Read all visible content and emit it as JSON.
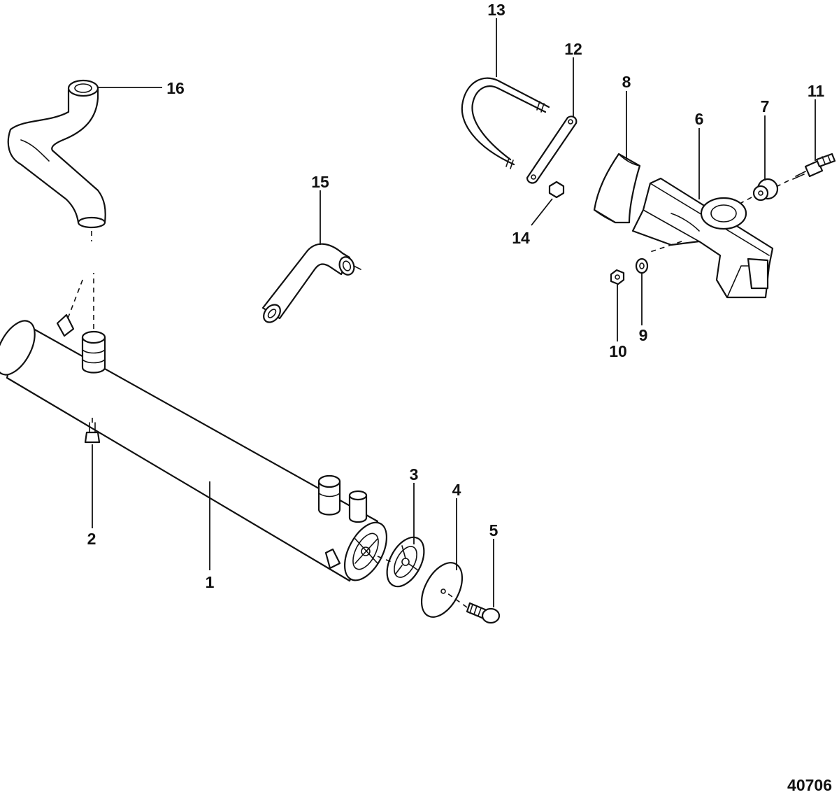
{
  "diagram": {
    "figure_number": "40706",
    "callouts": [
      {
        "id": "1",
        "label": "1"
      },
      {
        "id": "2",
        "label": "2"
      },
      {
        "id": "3",
        "label": "3"
      },
      {
        "id": "4",
        "label": "4"
      },
      {
        "id": "5",
        "label": "5"
      },
      {
        "id": "6",
        "label": "6"
      },
      {
        "id": "7",
        "label": "7"
      },
      {
        "id": "8",
        "label": "8"
      },
      {
        "id": "9",
        "label": "9"
      },
      {
        "id": "10",
        "label": "10"
      },
      {
        "id": "11",
        "label": "11"
      },
      {
        "id": "12",
        "label": "12"
      },
      {
        "id": "13",
        "label": "13"
      },
      {
        "id": "14",
        "label": "14"
      },
      {
        "id": "15",
        "label": "15"
      },
      {
        "id": "16",
        "label": "16"
      }
    ]
  }
}
